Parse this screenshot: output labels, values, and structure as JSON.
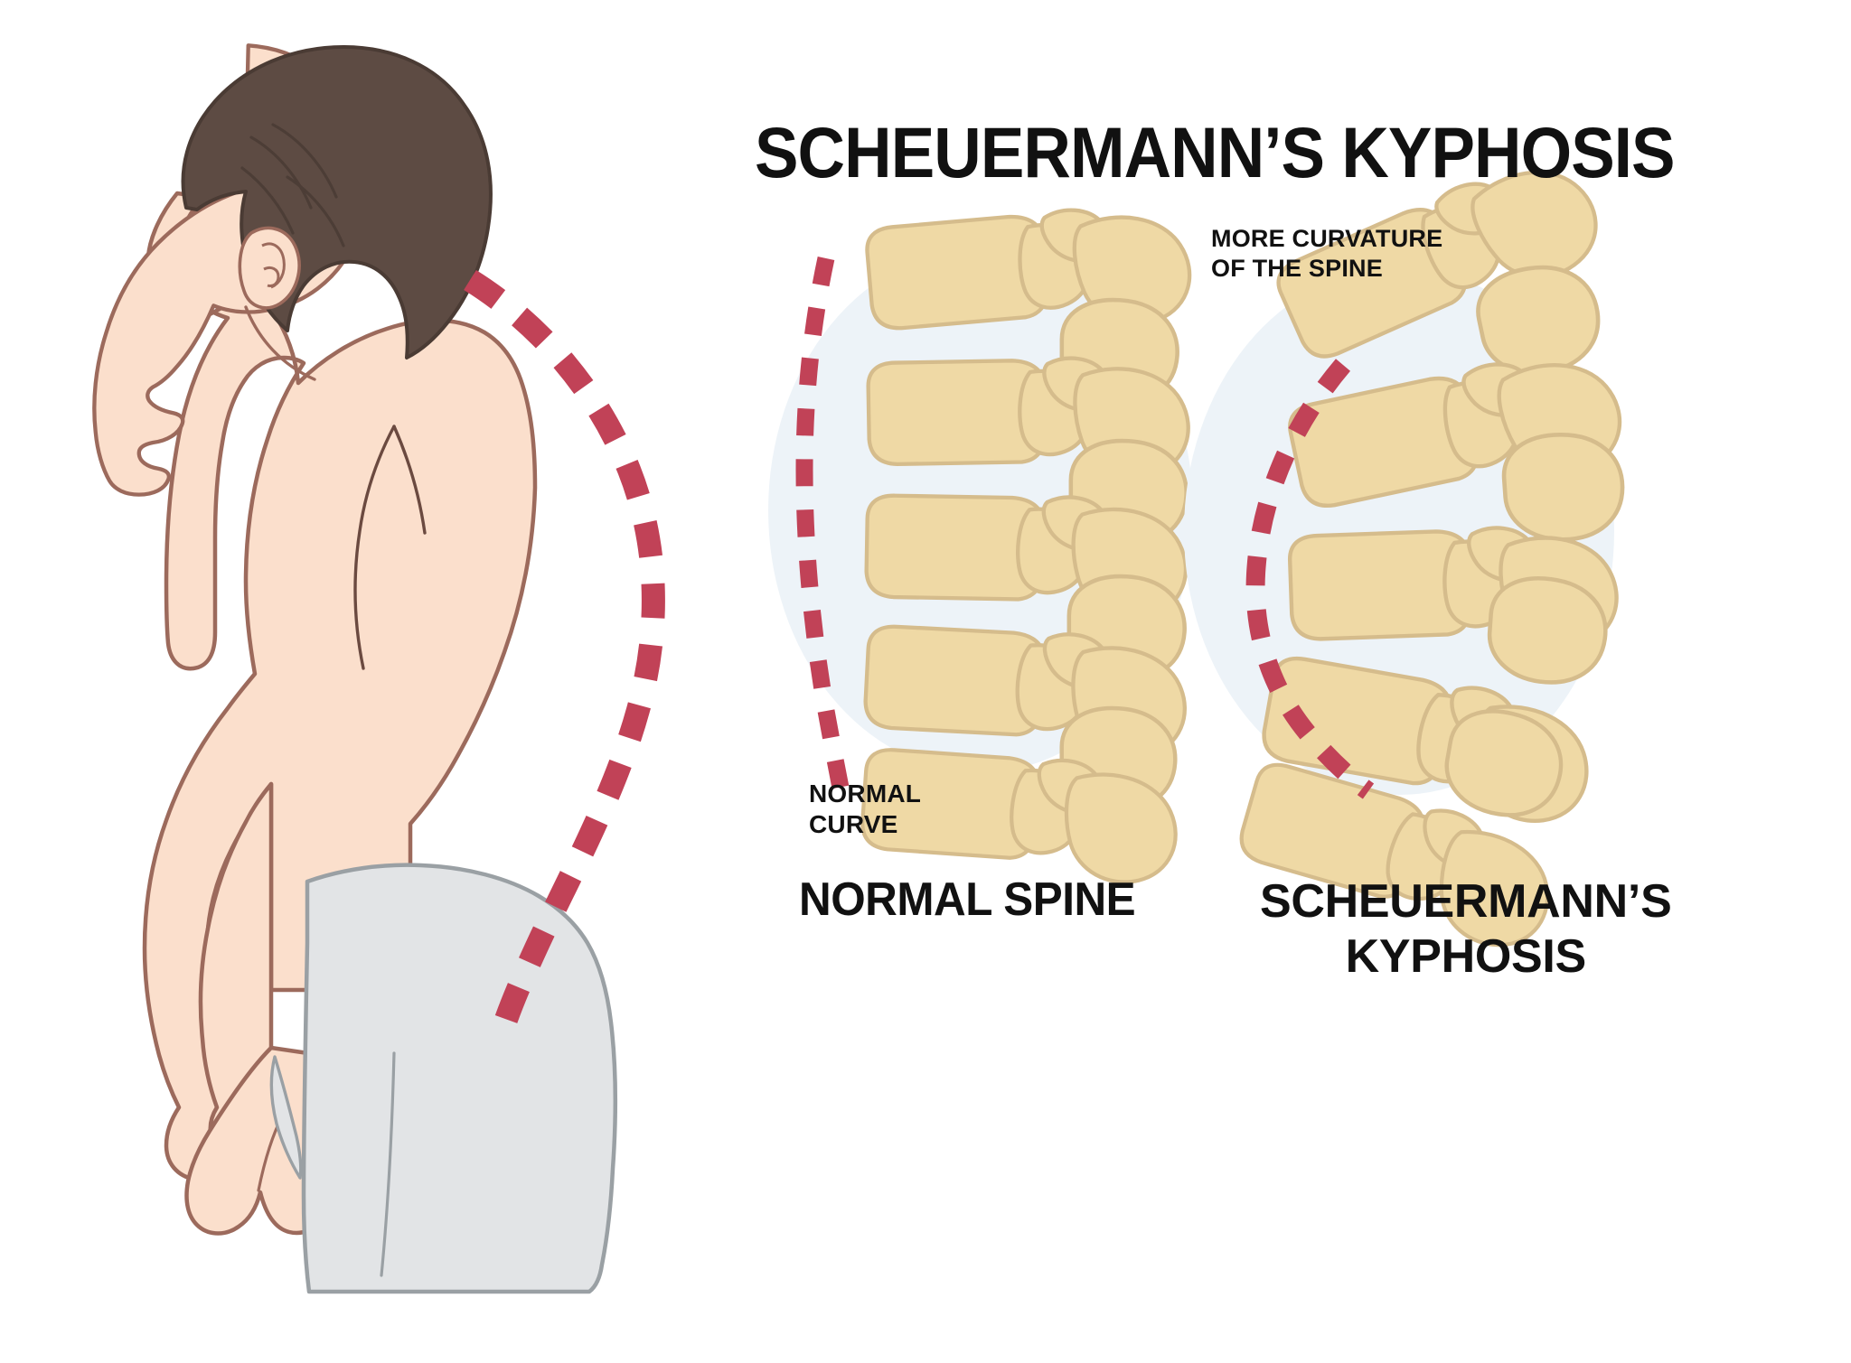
{
  "title": "SCHEUERMANN’S KYPHOSIS",
  "labels": {
    "more_curvature": "MORE CURVATURE\nOF THE SPINE",
    "normal_curve": "NORMAL\nCURVE",
    "normal_spine_caption": "NORMAL SPINE",
    "kyphosis_caption": "SCHEUERMANN’S\nKYPHOSIS"
  },
  "colors": {
    "background": "#ffffff",
    "text": "#111111",
    "bone_fill": "#EFD9A5",
    "bone_stroke": "#D5BC8C",
    "halo_blue": "#EDF3F8",
    "curve_red": "#C14257",
    "skin_fill": "#FBDFCC",
    "skin_stroke": "#9C6A5C",
    "hair_fill": "#5D4B43",
    "hair_stroke": "#4A3B34",
    "shorts_fill": "#E2E4E6",
    "shorts_stroke": "#9AA0A4"
  },
  "figure": {
    "name": "man-side-profile-hunched-back",
    "facing": "left",
    "posture": "rounded upper back, forward head"
  },
  "diagrams": [
    {
      "name": "normal-spine",
      "caption": "NORMAL SPINE",
      "annotation": "NORMAL\nCURVE",
      "vertebra_count": 5,
      "curve": "straight-slightly-concave dashed line"
    },
    {
      "name": "scheuermanns-kyphosis-spine",
      "caption": "SCHEUERMANN’S\nKYPHOSIS",
      "annotation": "MORE CURVATURE\nOF THE SPINE",
      "vertebra_count": 5,
      "curve": "strongly convex dashed line, wedged vertebrae"
    }
  ]
}
